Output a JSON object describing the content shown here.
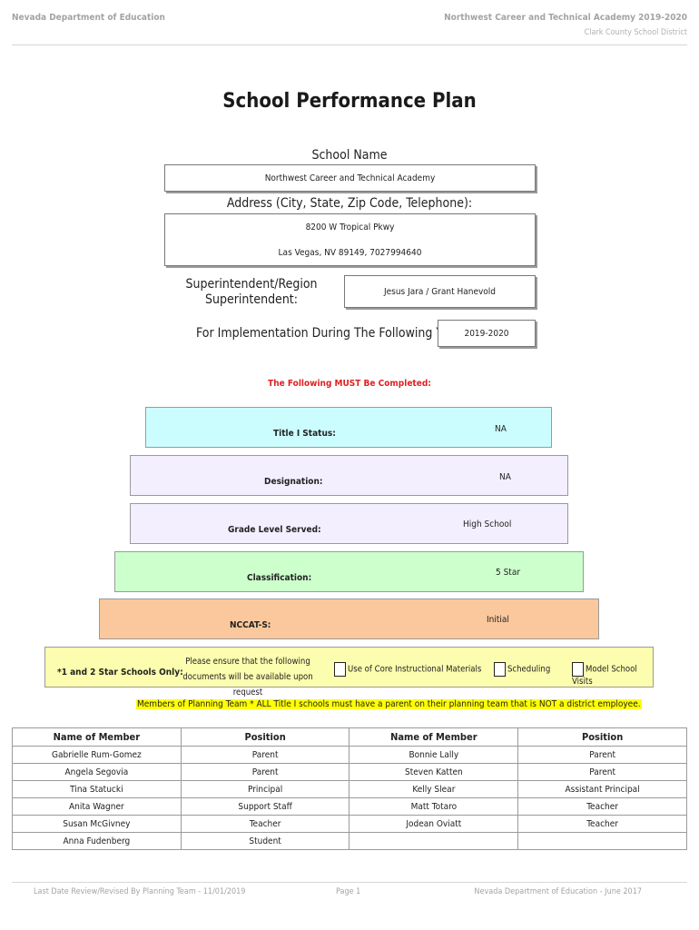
{
  "header": {
    "left": "Nevada Department of Education",
    "right_line1": "Northwest Career and Technical Academy 2019-2020",
    "right_line2": "Clark County School District"
  },
  "title": "School Performance Plan",
  "school": {
    "name_label": "School Name",
    "name": "Northwest Career and Technical Academy",
    "address_label": "Address (City, State, Zip Code, Telephone):",
    "address_line1": "8200 W Tropical Pkwy",
    "address_line2": "Las Vegas, NV 89149, 7027994640",
    "superintendent_label_line1": "Superintendent/Region",
    "superintendent_label_line2": "Superintendent:",
    "superintendent": "Jesus Jara / Grant Hanevold",
    "implementation_label": "For Implementation During The Following Years:",
    "implementation_years": "2019-2020"
  },
  "must_complete": "The Following MUST Be Completed:",
  "status": {
    "title1_label": "Title I Status:",
    "title1_value": "NA",
    "designation_label": "Designation:",
    "designation_value": "NA",
    "grade_label": "Grade Level Served:",
    "grade_value": "High School",
    "classification_label": "Classification:",
    "classification_value": "5 Star",
    "nccat_label": "NCCAT-S:",
    "nccat_value": "Initial"
  },
  "star_schools": {
    "label": "*1 and 2 Star Schools Only:",
    "note_line1": "Please ensure that the following",
    "note_line2": "documents will be available upon request",
    "options": [
      "Use of Core Instructional Materials",
      "Scheduling",
      "Model School Visits"
    ]
  },
  "members_note": "Members of Planning Team * ALL Title I schools must have a parent on their planning team that is NOT a district employee.",
  "team_table": {
    "headers": [
      "Name of Member",
      "Position",
      "Name of Member",
      "Position"
    ],
    "rows": [
      [
        "Gabrielle Rum-Gomez",
        "Parent",
        "Bonnie Lally",
        "Parent"
      ],
      [
        "Angela Segovia",
        "Parent",
        "Steven Katten",
        "Parent"
      ],
      [
        "Tina Statucki",
        "Principal",
        "Kelly Slear",
        "Assistant Principal"
      ],
      [
        "Anita Wagner",
        "Support Staff",
        "Matt Totaro",
        "Teacher"
      ],
      [
        "Susan McGivney",
        "Teacher",
        "Jodean Oviatt",
        "Teacher"
      ],
      [
        "Anna Fudenberg",
        "Student",
        "",
        ""
      ]
    ]
  },
  "footer": {
    "left": "Last Date Review/Revised By Planning Team - 11/01/2019",
    "center": "Page 1",
    "right": "Nevada Department of Education - June 2017"
  },
  "colors": {
    "title1_bg": "#ccfdfe",
    "designation_bg": "#f3efff",
    "grade_bg": "#f3efff",
    "classification_bg": "#cdffcd",
    "nccat_bg": "#fbc89d",
    "star_bg": "#fcfdae",
    "must_text": "#e02020",
    "highlight": "#ffff00"
  }
}
